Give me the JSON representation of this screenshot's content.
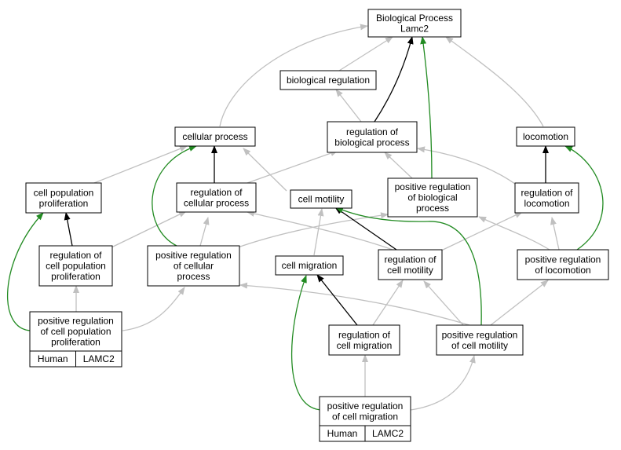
{
  "colors": {
    "gray": "#c0c0c0",
    "black": "#000000",
    "green": "#228b22",
    "tag": "#ff6347"
  },
  "nodes": {
    "bp": [
      "Biological Process",
      "Lamc2"
    ],
    "br": [
      "biological regulation"
    ],
    "cp": [
      "cellular process"
    ],
    "rbp": [
      "regulation of",
      "biological process"
    ],
    "loco": [
      "locomotion"
    ],
    "cpp": [
      "cell population",
      "proliferation"
    ],
    "rcp": [
      "regulation of",
      "cellular process"
    ],
    "cm": [
      "cell motility"
    ],
    "prbp": [
      "positive regulation",
      "of biological",
      "process"
    ],
    "rloco": [
      "regulation of",
      "locomotion"
    ],
    "rcpp": [
      "regulation of",
      "cell population",
      "proliferation"
    ],
    "prcp": [
      "positive regulation",
      "of cellular",
      "process"
    ],
    "cmig": [
      "cell migration"
    ],
    "rcm": [
      "regulation of",
      "cell motility"
    ],
    "prloco": [
      "positive regulation",
      "of locomotion"
    ],
    "prcpp": [
      "positive regulation",
      "of cell population",
      "proliferation"
    ],
    "rcmig": [
      "regulation of",
      "cell migration"
    ],
    "prcm": [
      "positive regulation",
      "of cell motility"
    ],
    "prcmig": [
      "positive regulation",
      "of cell migration"
    ]
  },
  "annotations": {
    "prcpp": [
      "Human",
      "LAMC2"
    ],
    "prcmig": [
      "Human",
      "LAMC2"
    ]
  }
}
